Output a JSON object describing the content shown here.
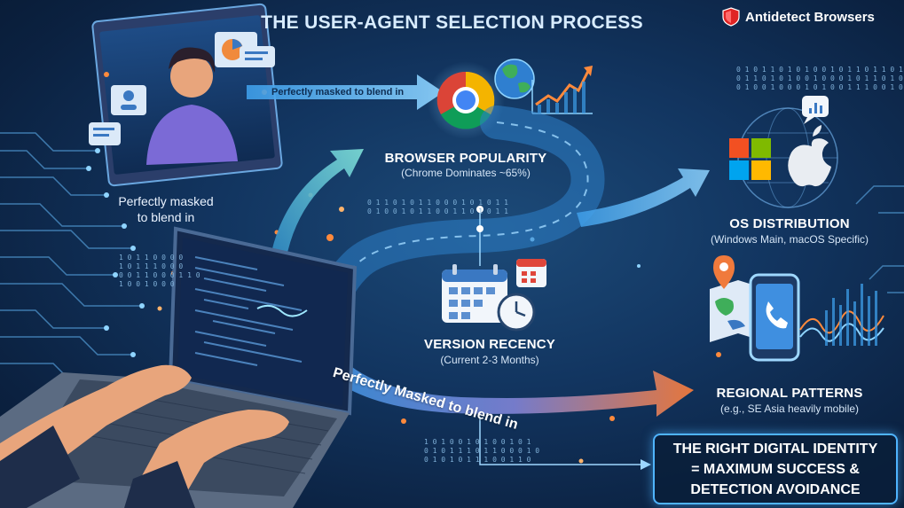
{
  "header": {
    "title": "THE USER-AGENT SELECTION PROCESS",
    "brand": "Antidetect Browsers"
  },
  "persona": {
    "caption_line1": "Perfectly masked",
    "caption_line2": "to blend in"
  },
  "flow": {
    "top_arrow_label": "Perfectly masked to blend in",
    "big_arrow_label": "Perfectly Masked to blend in"
  },
  "stages": {
    "browser": {
      "title": "BROWSER POPULARITY",
      "subtitle": "(Chrome Dominates ~65%)"
    },
    "version": {
      "title": "VERSION RECENCY",
      "subtitle": "(Current 2-3 Months)"
    },
    "os": {
      "title": "OS DISTRIBUTION",
      "subtitle": "(Windows Main, macOS Specific)"
    },
    "region": {
      "title": "REGIONAL PATTERNS",
      "subtitle": "(e.g., SE Asia heavily mobile)"
    }
  },
  "binary": {
    "top_right": "0 1 0 1 1 0 1 0 1 0 0 1 0 1 1 0 1 1 0 1\n0 1 1 0 1 0 1 0 0 1 0 0 0 1 0 1 1 0 1 0\n0 1 0 0 1 0 0 0 1 0 1 0 0 1 1 1 0 0 1 0",
    "middle": "0 1 1 0 1 0 1 1 0 0 0 1 0 1 0 1 1\n0 1 0 0 1 0 1 1 0 0 1 1 0 1 0 1 1",
    "left": "1 0 1 1 0 0 0 0\n1 0 1 1 1 0 0 0\n0 0 1 1 0 0 0 1 1 0\n1 0 0 1 0 0 0",
    "bottom": "1 0 1 0 0 1 0 1 0 0 1 0 1\n0 1 0 1 1 1 0 1 1 0 0 0 1 0\n0 1 0 1 0 1 1 1 0 0 1 1 0"
  },
  "callout": {
    "line1": "THE RIGHT DIGITAL IDENTITY",
    "line2": "= MAXIMUM SUCCESS &",
    "line3": "DETECTION AVOIDANCE"
  },
  "colors": {
    "background": "#123560",
    "accent": "#4fb4ff",
    "flow_start": "#2e8fd8",
    "flow_end": "#f07a3c",
    "brand_shield": "#e02424"
  }
}
